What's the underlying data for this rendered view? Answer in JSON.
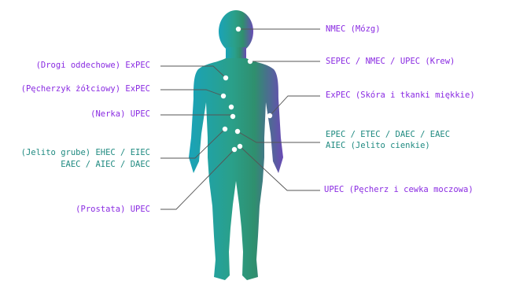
{
  "colors": {
    "purple_label": "#8a2be2",
    "teal_label": "#1f8a80",
    "body_gradient": [
      "#1aa3a6",
      "#2a9e7a",
      "#6a4fb0"
    ],
    "leader_line": "#555555",
    "marker": "#ffffff"
  },
  "labels": {
    "nmec": "NMEC (Mózg)",
    "sepec": "SEPEC / NMEC / UPEC (Krew)",
    "drogi": "(Drogi oddechowe) ExPEC",
    "pecherzyk": "(Pęcherzyk żółciowy) ExPEC",
    "skora": "ExPEC (Skóra i tkanki miękkie)",
    "nerka": "(Nerka) UPEC",
    "jelito_cienkie_1": "EPEC / ETEC / DAEC / EAEC",
    "jelito_cienkie_2": "AIEC (Jelito cienkie)",
    "jelito_grube_1": "(Jelito grube) EHEC / EIEC",
    "jelito_grube_2": "EAEC / AIEC / DAEC",
    "pecherz": "UPEC (Pęcherz i cewka moczowa)",
    "prostata": "(Prostata) UPEC"
  }
}
